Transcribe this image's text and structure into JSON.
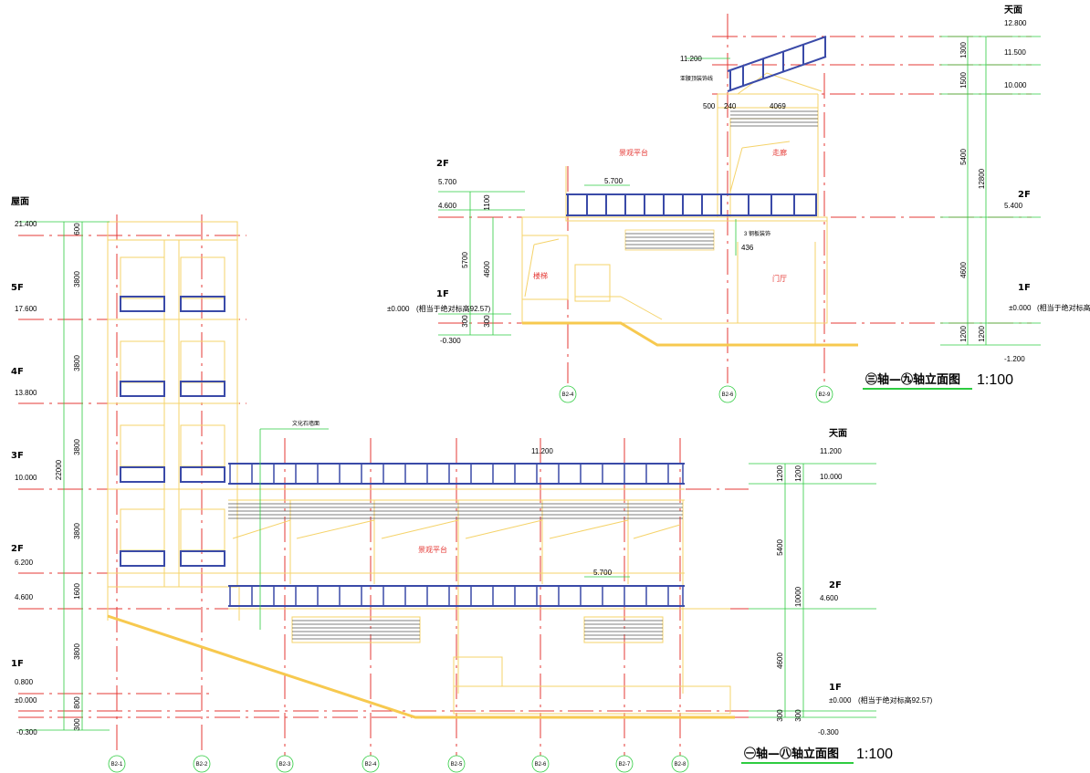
{
  "top_drawing": {
    "title": "㊂轴—㊈轴立面图",
    "scale": "1:100",
    "level_labels": [
      "天面",
      "2F",
      "2F",
      "1F",
      "1F"
    ],
    "elevations_left": [
      "5.700",
      "4.600",
      "±0.000",
      "-0.300"
    ],
    "elevations_right": [
      "12.800",
      "11.500",
      "10.000",
      "5.400",
      "±0.000",
      "-1.200"
    ],
    "elevation_note": "(相当于绝对标高92.57)",
    "top_elevation": "11.200",
    "dims_left": [
      "1100",
      "5700",
      "4600",
      "300",
      "300"
    ],
    "dims_right_a": [
      "1300",
      "1500",
      "5400",
      "4600",
      "1200"
    ],
    "dims_right_b": [
      "12800",
      "1200"
    ],
    "top_dims": [
      "500",
      "240",
      "4069"
    ],
    "annotations": [
      "亚腰顶装饰线",
      "景观平台",
      "走廊",
      "门厅",
      "楼梯",
      "3 钢板装饰",
      "436",
      "5.700"
    ],
    "axis_labels": [
      "B2-4",
      "B2-6",
      "B2-9"
    ]
  },
  "bottom_drawing": {
    "title": "㊀轴—㊇轴立面图",
    "scale": "1:100",
    "level_labels_left": [
      "屋面",
      "5F",
      "4F",
      "3F",
      "2F",
      "1F"
    ],
    "elevations_left": [
      "21.400",
      "17.600",
      "13.800",
      "10.000",
      "6.200",
      "4.600",
      "0.800",
      "±0.000",
      "-0.300"
    ],
    "dims_left": [
      "600",
      "3800",
      "3800",
      "3800",
      "3800",
      "1600",
      "3800",
      "800",
      "300"
    ],
    "total_dim": "22000",
    "level_labels_right": [
      "天面",
      "2F",
      "1F"
    ],
    "elevations_right": [
      "11.200",
      "10.000",
      "4.600",
      "±0.000",
      "-0.300"
    ],
    "elevation_note": "(相当于绝对标高92.57)",
    "dims_right_a": [
      "1200",
      "5400",
      "4600",
      "300"
    ],
    "dims_right_b": [
      "1200",
      "10000",
      "300"
    ],
    "annotations": [
      "文化石墙面",
      "景观平台",
      "11.200",
      "5.700"
    ],
    "axis_labels": [
      "B2-1",
      "B2-2",
      "B2-3",
      "B2-4",
      "B2-5",
      "B2-6",
      "B2-7",
      "B2-8"
    ]
  },
  "colors": {
    "outline": "#f5d36a",
    "railing": "#3a4aa8",
    "axis": "#e53935",
    "dimension": "#2ecc40",
    "ground": "#f7c94f"
  }
}
